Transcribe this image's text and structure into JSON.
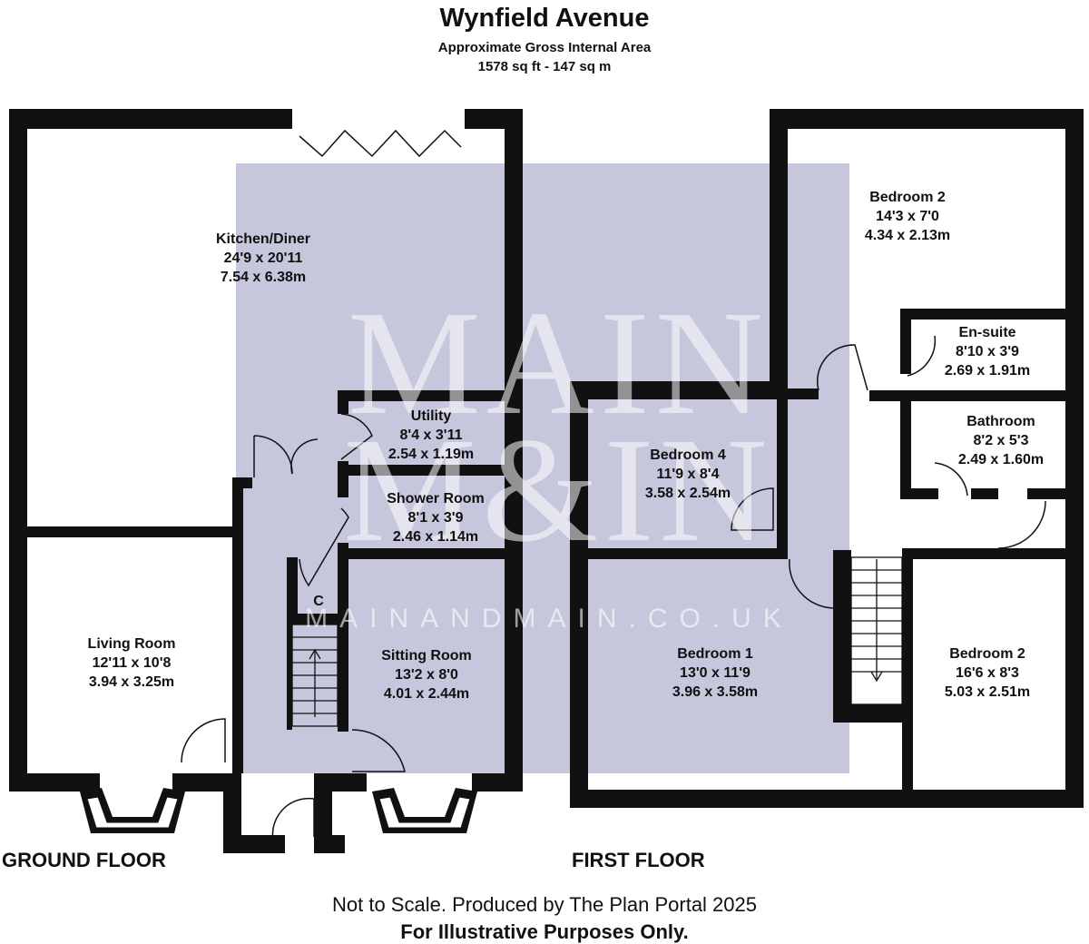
{
  "header": {
    "title": "Wynfield Avenue",
    "subtitle": "Approximate Gross Internal Area",
    "area": "1578 sq ft - 147 sq m"
  },
  "floors": {
    "ground": {
      "label": "GROUND FLOOR"
    },
    "first": {
      "label": "FIRST FLOOR"
    }
  },
  "rooms": {
    "kitchen": {
      "name": "Kitchen/Diner",
      "imperial": "24'9 x 20'11",
      "metric": "7.54 x 6.38m"
    },
    "utility": {
      "name": "Utility",
      "imperial": "8'4 x 3'11",
      "metric": "2.54 x 1.19m"
    },
    "shower": {
      "name": "Shower Room",
      "imperial": "8'1 x 3'9",
      "metric": "2.46 x 1.14m"
    },
    "living": {
      "name": "Living Room",
      "imperial": "12'11 x 10'8",
      "metric": "3.94 x 3.25m"
    },
    "sitting": {
      "name": "Sitting Room",
      "imperial": "13'2 x 8'0",
      "metric": "4.01 x 2.44m"
    },
    "cupboard": {
      "name": "C"
    },
    "bed2_top": {
      "name": "Bedroom 2",
      "imperial": "14'3 x 7'0",
      "metric": "4.34 x 2.13m"
    },
    "ensuite": {
      "name": "En-suite",
      "imperial": "8'10 x 3'9",
      "metric": "2.69 x 1.91m"
    },
    "bathroom": {
      "name": "Bathroom",
      "imperial": "8'2 x 5'3",
      "metric": "2.49 x 1.60m"
    },
    "bed4": {
      "name": "Bedroom 4",
      "imperial": "11'9 x 8'4",
      "metric": "3.58 x 2.54m"
    },
    "bed1": {
      "name": "Bedroom 1",
      "imperial": "13'0 x 11'9",
      "metric": "3.96 x 3.58m"
    },
    "bed2_bottom": {
      "name": "Bedroom 2",
      "imperial": "16'6 x 8'3",
      "metric": "5.03 x 2.51m"
    }
  },
  "watermark": {
    "brand_line1": "MAIN",
    "brand_line2": "M&IN",
    "url": "MAINANDMAIN.CO.UK"
  },
  "footer": {
    "note": "Not to Scale. Produced by The Plan Portal 2025",
    "disclaimer": "For Illustrative Purposes Only."
  },
  "colors": {
    "wall": "#111111",
    "watermark_panel": "#c6c6dc",
    "background": "#ffffff"
  }
}
